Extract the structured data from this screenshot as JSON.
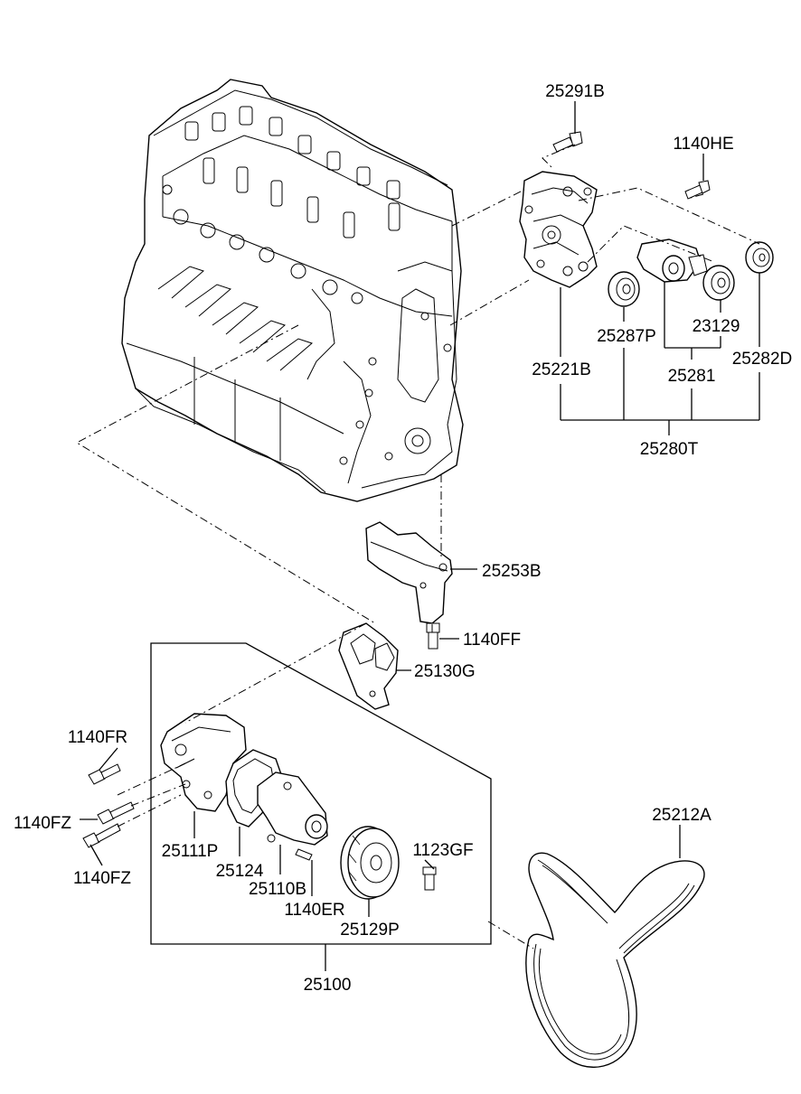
{
  "labels": {
    "p25291B": "25291B",
    "p1140HE": "1140HE",
    "p25287P": "25287P",
    "p23129": "23129",
    "p25221B": "25221B",
    "p25281": "25281",
    "p25282D": "25282D",
    "p25280T": "25280T",
    "p25253B": "25253B",
    "p1140FF": "1140FF",
    "p25130G": "25130G",
    "p1140FR": "1140FR",
    "p1140FZ_a": "1140FZ",
    "p1140FZ_b": "1140FZ",
    "p25111P": "25111P",
    "p25124": "25124",
    "p25110B": "25110B",
    "p1140ER": "1140ER",
    "p25129P": "25129P",
    "p1123GF": "1123GF",
    "p25212A": "25212A",
    "p25100": "25100"
  }
}
